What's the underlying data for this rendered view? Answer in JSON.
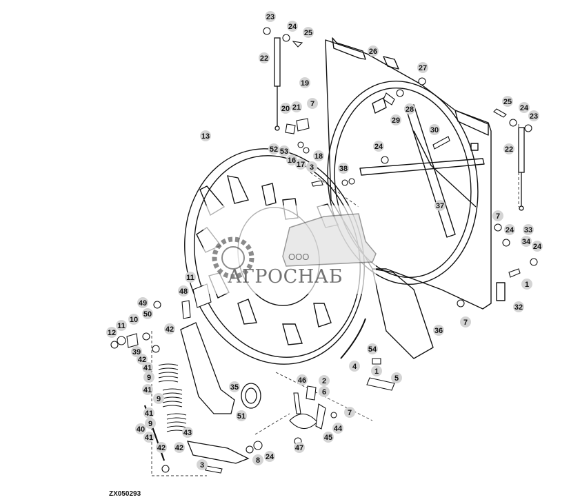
{
  "diagram": {
    "drawing_code": "ZX050293",
    "watermark": {
      "prefix": "ООО",
      "name": "АГРОСНАБ"
    },
    "callouts": [
      "23",
      "24",
      "25",
      "22",
      "26",
      "27",
      "19",
      "20",
      "21",
      "7",
      "25",
      "24",
      "23",
      "28",
      "29",
      "30",
      "52",
      "53",
      "16",
      "17",
      "18",
      "24",
      "22",
      "13",
      "3",
      "38",
      "37",
      "7",
      "24",
      "33",
      "34",
      "24",
      "11",
      "48",
      "49",
      "50",
      "10",
      "11",
      "12",
      "42",
      "39",
      "42",
      "41",
      "9",
      "41",
      "9",
      "41",
      "9",
      "41",
      "42",
      "40",
      "43",
      "42",
      "3",
      "35",
      "51",
      "8",
      "24",
      "46",
      "2",
      "6",
      "7",
      "44",
      "45",
      "47",
      "1",
      "54",
      "4",
      "5",
      "36",
      "32",
      "7",
      "1"
    ]
  }
}
